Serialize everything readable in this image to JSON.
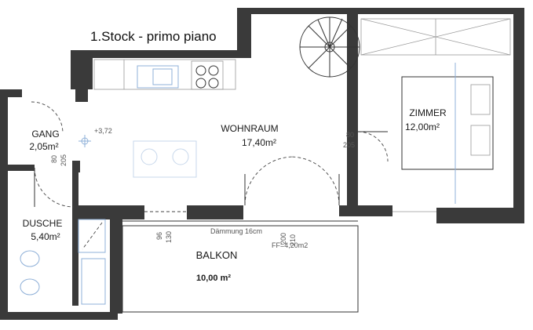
{
  "floor_title": "1.Stock - primo piano",
  "rooms": {
    "wohnraum": {
      "name": "WOHNRAUM",
      "area": "17,40m²"
    },
    "zimmer": {
      "name": "ZIMMER",
      "area": "12,00m²"
    },
    "gang": {
      "name": "GANG",
      "area": "2,05m²"
    },
    "dusche": {
      "name": "DUSCHE",
      "area": "5,40m²"
    },
    "balkon": {
      "name": "BALKON",
      "area": "10,00 m²"
    }
  },
  "annotations": {
    "height_mark": "+3,72",
    "door_zimmer_w": "80",
    "door_zimmer_h": "205",
    "door_gang_w": "80",
    "door_gang_h": "205",
    "window_w": "96",
    "window_h": "130",
    "balcony_door_w": "200",
    "balcony_door_h": "210",
    "insulation": "Dämmung 16cm",
    "glass_area": "FF=4,20m2"
  }
}
